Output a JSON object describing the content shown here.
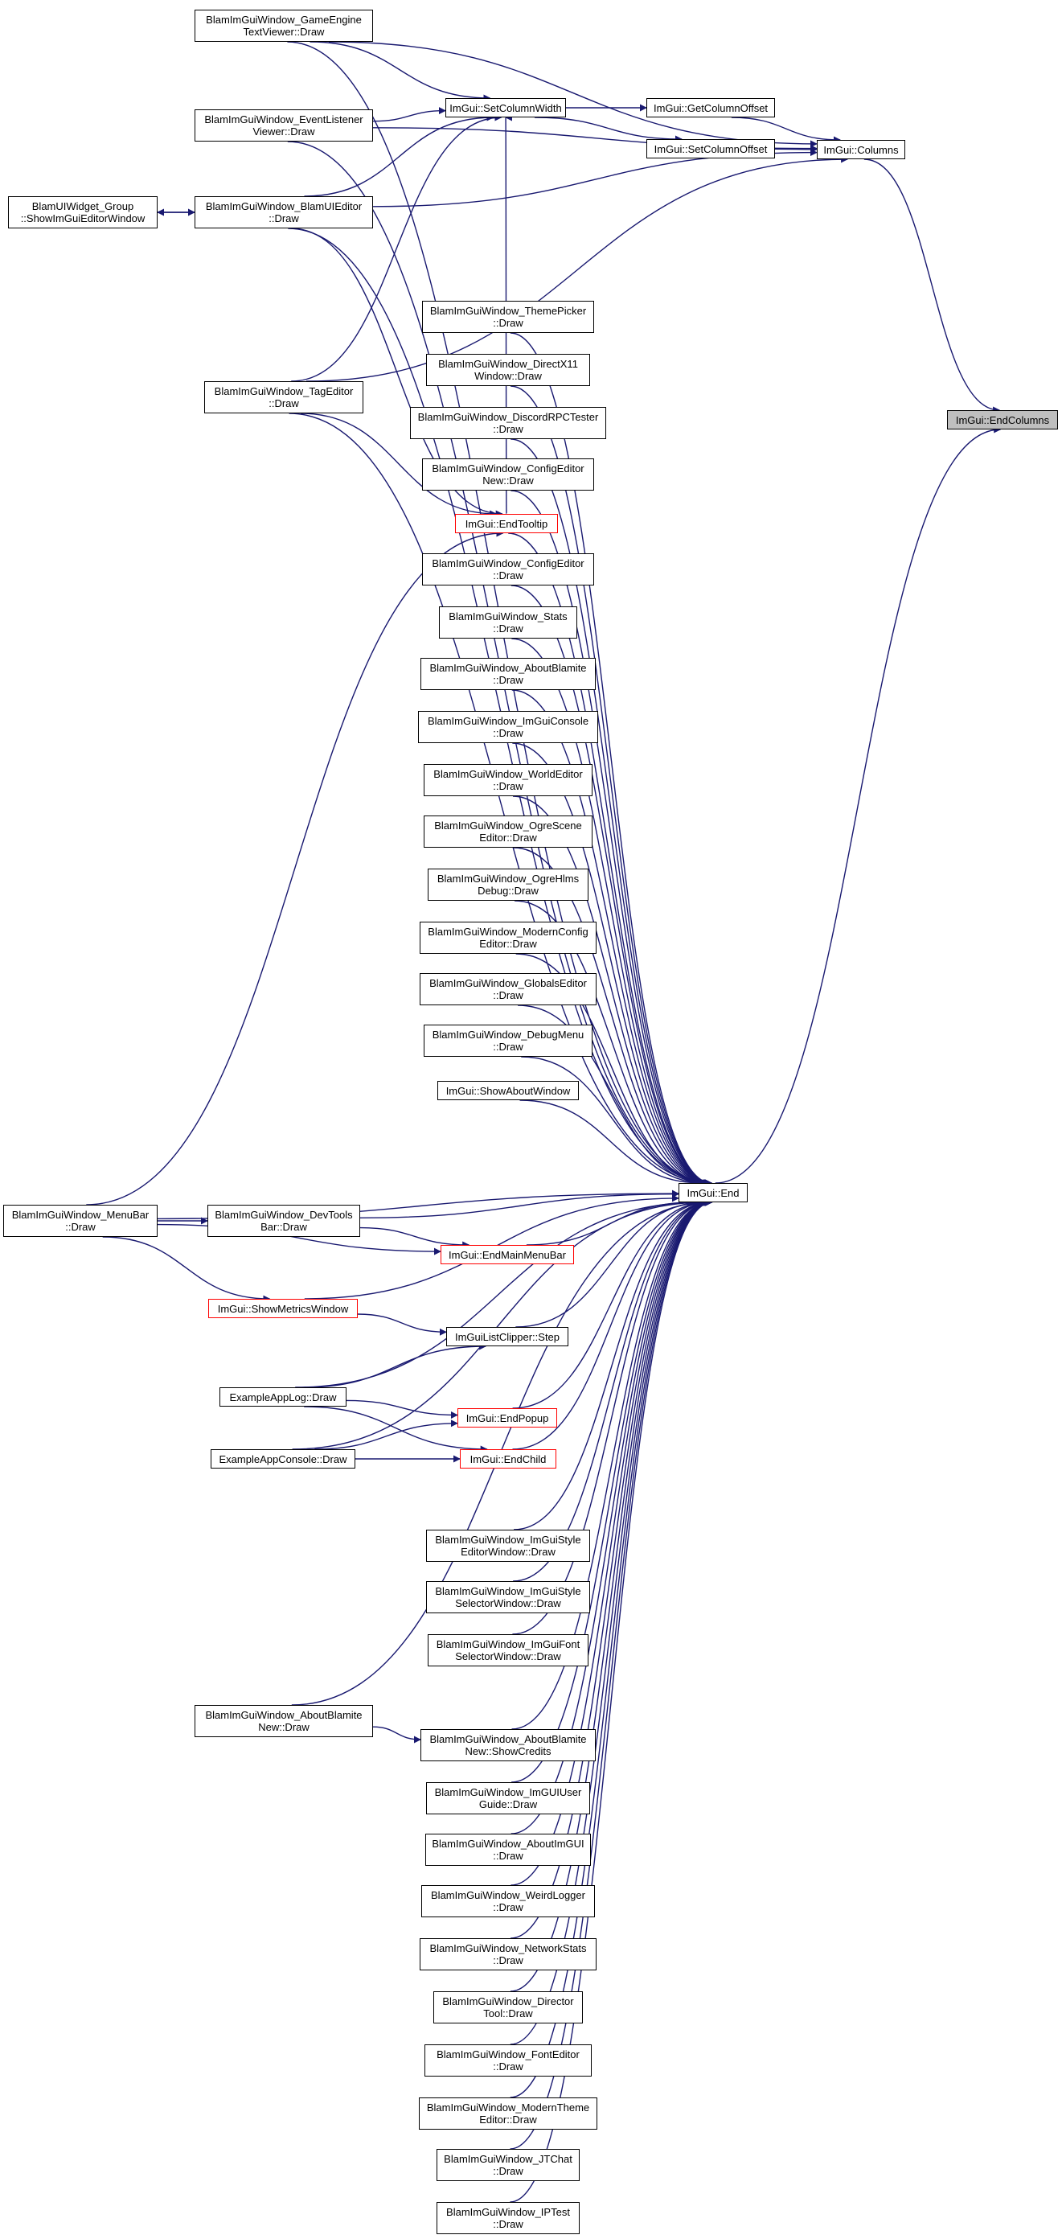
{
  "colors": {
    "edge": "#191970",
    "node_border": "#000000",
    "highlight_border": "#ff0000",
    "root_fill": "#bfbfbf"
  },
  "nodes": {
    "end_columns": [
      "ImGui::EndColumns"
    ],
    "columns": [
      "ImGui::Columns"
    ],
    "get_column_offset": [
      "ImGui::GetColumnOffset"
    ],
    "set_column_offset": [
      "ImGui::SetColumnOffset"
    ],
    "set_column_width": [
      "ImGui::SetColumnWidth"
    ],
    "end": [
      "ImGui::End"
    ],
    "end_tooltip": [
      "ImGui::EndTooltip"
    ],
    "end_main_menu_bar": [
      "ImGui::EndMainMenuBar"
    ],
    "show_metrics_window": [
      "ImGui::ShowMetricsWindow"
    ],
    "list_clipper_step": [
      "ImGuiListClipper::Step"
    ],
    "end_popup": [
      "ImGui::EndPopup"
    ],
    "end_child": [
      "ImGui::EndChild"
    ],
    "game_engine_text_viewer": [
      "BlamImGuiWindow_GameEngine",
      "TextViewer::Draw"
    ],
    "event_listener_viewer": [
      "BlamImGuiWindow_EventListener",
      "Viewer::Draw"
    ],
    "blam_ui_editor": [
      "BlamImGuiWindow_BlamUIEditor",
      "::Draw"
    ],
    "ui_widget_group": [
      "BlamUIWidget_Group",
      "::ShowImGuiEditorWindow"
    ],
    "tag_editor": [
      "BlamImGuiWindow_TagEditor",
      "::Draw"
    ],
    "theme_picker": [
      "BlamImGuiWindow_ThemePicker",
      "::Draw"
    ],
    "directx11_window": [
      "BlamImGuiWindow_DirectX11",
      "Window::Draw"
    ],
    "discord_rpc_tester": [
      "BlamImGuiWindow_DiscordRPCTester",
      "::Draw"
    ],
    "config_editor_new": [
      "BlamImGuiWindow_ConfigEditor",
      "New::Draw"
    ],
    "config_editor": [
      "BlamImGuiWindow_ConfigEditor",
      "::Draw"
    ],
    "stats": [
      "BlamImGuiWindow_Stats",
      "::Draw"
    ],
    "about_blamite": [
      "BlamImGuiWindow_AboutBlamite",
      "::Draw"
    ],
    "imgui_console": [
      "BlamImGuiWindow_ImGuiConsole",
      "::Draw"
    ],
    "world_editor": [
      "BlamImGuiWindow_WorldEditor",
      "::Draw"
    ],
    "ogre_scene_editor": [
      "BlamImGuiWindow_OgreScene",
      "Editor::Draw"
    ],
    "ogre_hlms_debug": [
      "BlamImGuiWindow_OgreHlms",
      "Debug::Draw"
    ],
    "modern_config_editor": [
      "BlamImGuiWindow_ModernConfig",
      "Editor::Draw"
    ],
    "globals_editor": [
      "BlamImGuiWindow_GlobalsEditor",
      "::Draw"
    ],
    "debug_menu": [
      "BlamImGuiWindow_DebugMenu",
      "::Draw"
    ],
    "show_about_window": [
      "ImGui::ShowAboutWindow"
    ],
    "menu_bar": [
      "BlamImGuiWindow_MenuBar",
      "::Draw"
    ],
    "dev_tools_bar": [
      "BlamImGuiWindow_DevTools",
      "Bar::Draw"
    ],
    "example_app_log": [
      "ExampleAppLog::Draw"
    ],
    "example_app_console": [
      "ExampleAppConsole::Draw"
    ],
    "style_editor_window": [
      "BlamImGuiWindow_ImGuiStyle",
      "EditorWindow::Draw"
    ],
    "style_selector_window": [
      "BlamImGuiWindow_ImGuiStyle",
      "SelectorWindow::Draw"
    ],
    "font_selector_window": [
      "BlamImGuiWindow_ImGuiFont",
      "SelectorWindow::Draw"
    ],
    "about_blamite_new": [
      "BlamImGuiWindow_AboutBlamite",
      "New::Draw"
    ],
    "about_blamite_new_credits": [
      "BlamImGuiWindow_AboutBlamite",
      "New::ShowCredits"
    ],
    "imgui_user_guide": [
      "BlamImGuiWindow_ImGUIUser",
      "Guide::Draw"
    ],
    "about_imgui": [
      "BlamImGuiWindow_AboutImGUI",
      "::Draw"
    ],
    "weird_logger": [
      "BlamImGuiWindow_WeirdLogger",
      "::Draw"
    ],
    "network_stats": [
      "BlamImGuiWindow_NetworkStats",
      "::Draw"
    ],
    "director_tool": [
      "BlamImGuiWindow_Director",
      "Tool::Draw"
    ],
    "font_editor": [
      "BlamImGuiWindow_FontEditor",
      "::Draw"
    ],
    "modern_theme_editor": [
      "BlamImGuiWindow_ModernTheme",
      "Editor::Draw"
    ],
    "jt_chat": [
      "BlamImGuiWindow_JTChat",
      "::Draw"
    ],
    "ip_test": [
      "BlamImGuiWindow_IPTest",
      "::Draw"
    ]
  },
  "edges": [
    [
      "columns",
      "end_columns"
    ],
    [
      "end",
      "end_columns"
    ],
    [
      "get_column_offset",
      "columns"
    ],
    [
      "set_column_offset",
      "columns"
    ],
    [
      "set_column_width",
      "get_column_offset"
    ],
    [
      "set_column_width",
      "set_column_offset"
    ],
    [
      "game_engine_text_viewer",
      "set_column_width"
    ],
    [
      "game_engine_text_viewer",
      "columns"
    ],
    [
      "game_engine_text_viewer",
      "end"
    ],
    [
      "event_listener_viewer",
      "set_column_width"
    ],
    [
      "event_listener_viewer",
      "columns"
    ],
    [
      "event_listener_viewer",
      "end"
    ],
    [
      "blam_ui_editor",
      "set_column_width"
    ],
    [
      "blam_ui_editor",
      "columns"
    ],
    [
      "blam_ui_editor",
      "end"
    ],
    [
      "blam_ui_editor",
      "end_tooltip"
    ],
    [
      "blam_ui_editor",
      "ui_widget_group"
    ],
    [
      "ui_widget_group",
      "blam_ui_editor"
    ],
    [
      "tag_editor",
      "set_column_width"
    ],
    [
      "tag_editor",
      "columns"
    ],
    [
      "tag_editor",
      "end_tooltip"
    ],
    [
      "tag_editor",
      "end"
    ],
    [
      "end_tooltip",
      "set_column_width"
    ],
    [
      "end_tooltip",
      "end"
    ],
    [
      "theme_picker",
      "end"
    ],
    [
      "directx11_window",
      "end"
    ],
    [
      "discord_rpc_tester",
      "end"
    ],
    [
      "config_editor_new",
      "end"
    ],
    [
      "config_editor",
      "end"
    ],
    [
      "stats",
      "end"
    ],
    [
      "about_blamite",
      "end"
    ],
    [
      "imgui_console",
      "end"
    ],
    [
      "world_editor",
      "end"
    ],
    [
      "ogre_scene_editor",
      "end"
    ],
    [
      "ogre_hlms_debug",
      "end"
    ],
    [
      "modern_config_editor",
      "end"
    ],
    [
      "globals_editor",
      "end"
    ],
    [
      "debug_menu",
      "end"
    ],
    [
      "show_about_window",
      "end"
    ],
    [
      "menu_bar",
      "end"
    ],
    [
      "menu_bar",
      "dev_tools_bar"
    ],
    [
      "menu_bar",
      "end_tooltip"
    ],
    [
      "menu_bar",
      "end_main_menu_bar"
    ],
    [
      "menu_bar",
      "show_metrics_window"
    ],
    [
      "dev_tools_bar",
      "end"
    ],
    [
      "dev_tools_bar",
      "end_main_menu_bar"
    ],
    [
      "end_main_menu_bar",
      "end"
    ],
    [
      "show_metrics_window",
      "end"
    ],
    [
      "show_metrics_window",
      "list_clipper_step"
    ],
    [
      "list_clipper_step",
      "end"
    ],
    [
      "example_app_log",
      "list_clipper_step"
    ],
    [
      "example_app_log",
      "end"
    ],
    [
      "example_app_log",
      "end_popup"
    ],
    [
      "example_app_log",
      "end_child"
    ],
    [
      "example_app_console",
      "end_popup"
    ],
    [
      "example_app_console",
      "end_child"
    ],
    [
      "example_app_console",
      "end"
    ],
    [
      "end_popup",
      "end"
    ],
    [
      "end_child",
      "end"
    ],
    [
      "style_editor_window",
      "end"
    ],
    [
      "style_selector_window",
      "end"
    ],
    [
      "font_selector_window",
      "end"
    ],
    [
      "about_blamite_new",
      "end"
    ],
    [
      "about_blamite_new",
      "about_blamite_new_credits"
    ],
    [
      "about_blamite_new_credits",
      "end"
    ],
    [
      "imgui_user_guide",
      "end"
    ],
    [
      "about_imgui",
      "end"
    ],
    [
      "weird_logger",
      "end"
    ],
    [
      "network_stats",
      "end"
    ],
    [
      "director_tool",
      "end"
    ],
    [
      "font_editor",
      "end"
    ],
    [
      "modern_theme_editor",
      "end"
    ],
    [
      "jt_chat",
      "end"
    ],
    [
      "ip_test",
      "end"
    ]
  ]
}
